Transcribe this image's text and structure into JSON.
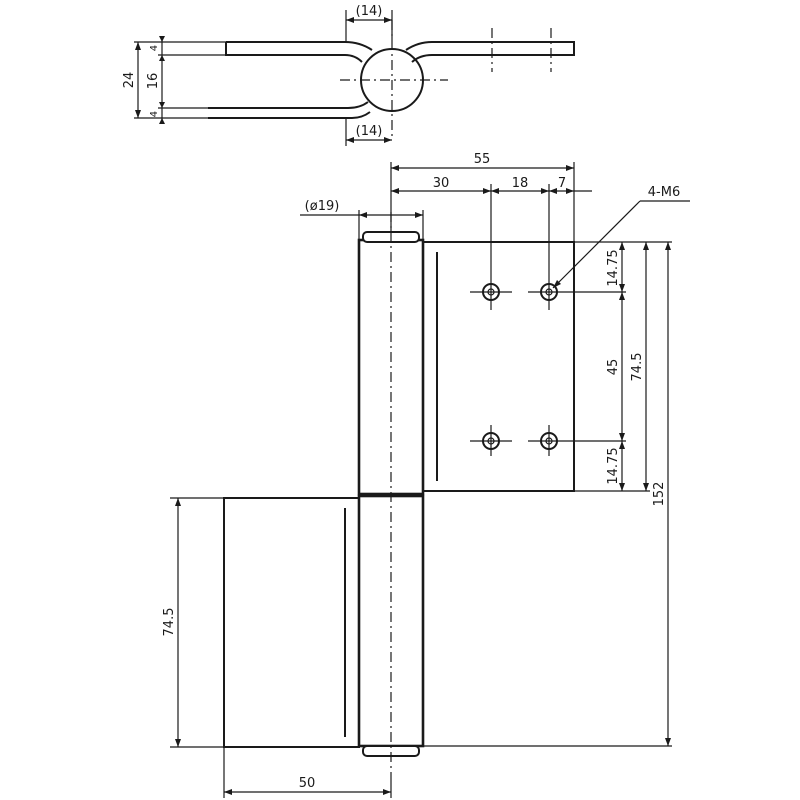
{
  "top_view": {
    "dim_top_knuckle": "(14)",
    "dim_bottom_knuckle": "(14)",
    "dim_overall_thickness": "24",
    "dim_leaf_top": "4",
    "dim_pin": "16",
    "dim_leaf_bottom": "4"
  },
  "front_view": {
    "dim_width": "55",
    "dim_to_hole1": "30",
    "dim_hole_spacing_h": "18",
    "dim_edge_to_hole": "7",
    "dim_pin_dia": "(ø19)",
    "hole_callout": "4-M6",
    "dim_top_edge": "14.75",
    "dim_hole_spacing_v": "45",
    "dim_bottom_edge": "14.75",
    "dim_upper_leaf_height": "74.5",
    "dim_overall_height": "152",
    "dim_lower_leaf_height": "74.5",
    "dim_lower_leaf_width": "50"
  }
}
